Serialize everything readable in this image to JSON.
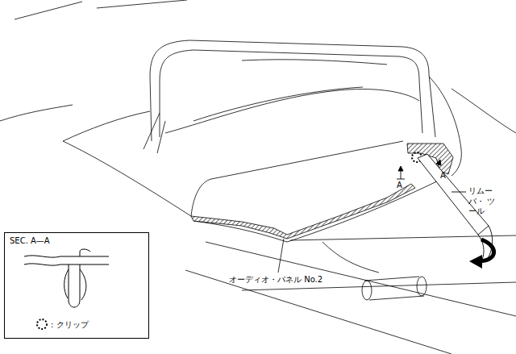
{
  "diagram": {
    "nodes": [
      {
        "text": [
          "SEC. A—A",
          ": クリップ"
        ]
      }
    ],
    "labels": [
      "A",
      "A",
      "リムーバ・ ツール",
      "オーディオ・パネル No.2"
    ]
  }
}
